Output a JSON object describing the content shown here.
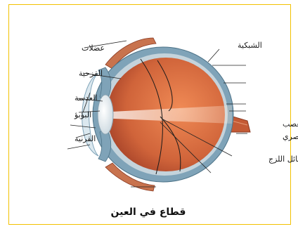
{
  "caption": "قطاع في العين",
  "labels": {
    "muscles": "عضلات",
    "retina": "الشبكية",
    "iris": "القزحية",
    "lens": "العدسة",
    "pupil": "البؤبؤ",
    "cornea": "القرنية",
    "optic_nerve_line1": "العصب",
    "optic_nerve_line2": "البصري",
    "vitreous": "السائل اللزج"
  },
  "colors": {
    "frame": "#f2c100",
    "sclera": "#7fa3b8",
    "eyeball": "#d0643a",
    "muscle": "#c8734e",
    "nerve": "#c45a35",
    "leader": "#222222"
  }
}
